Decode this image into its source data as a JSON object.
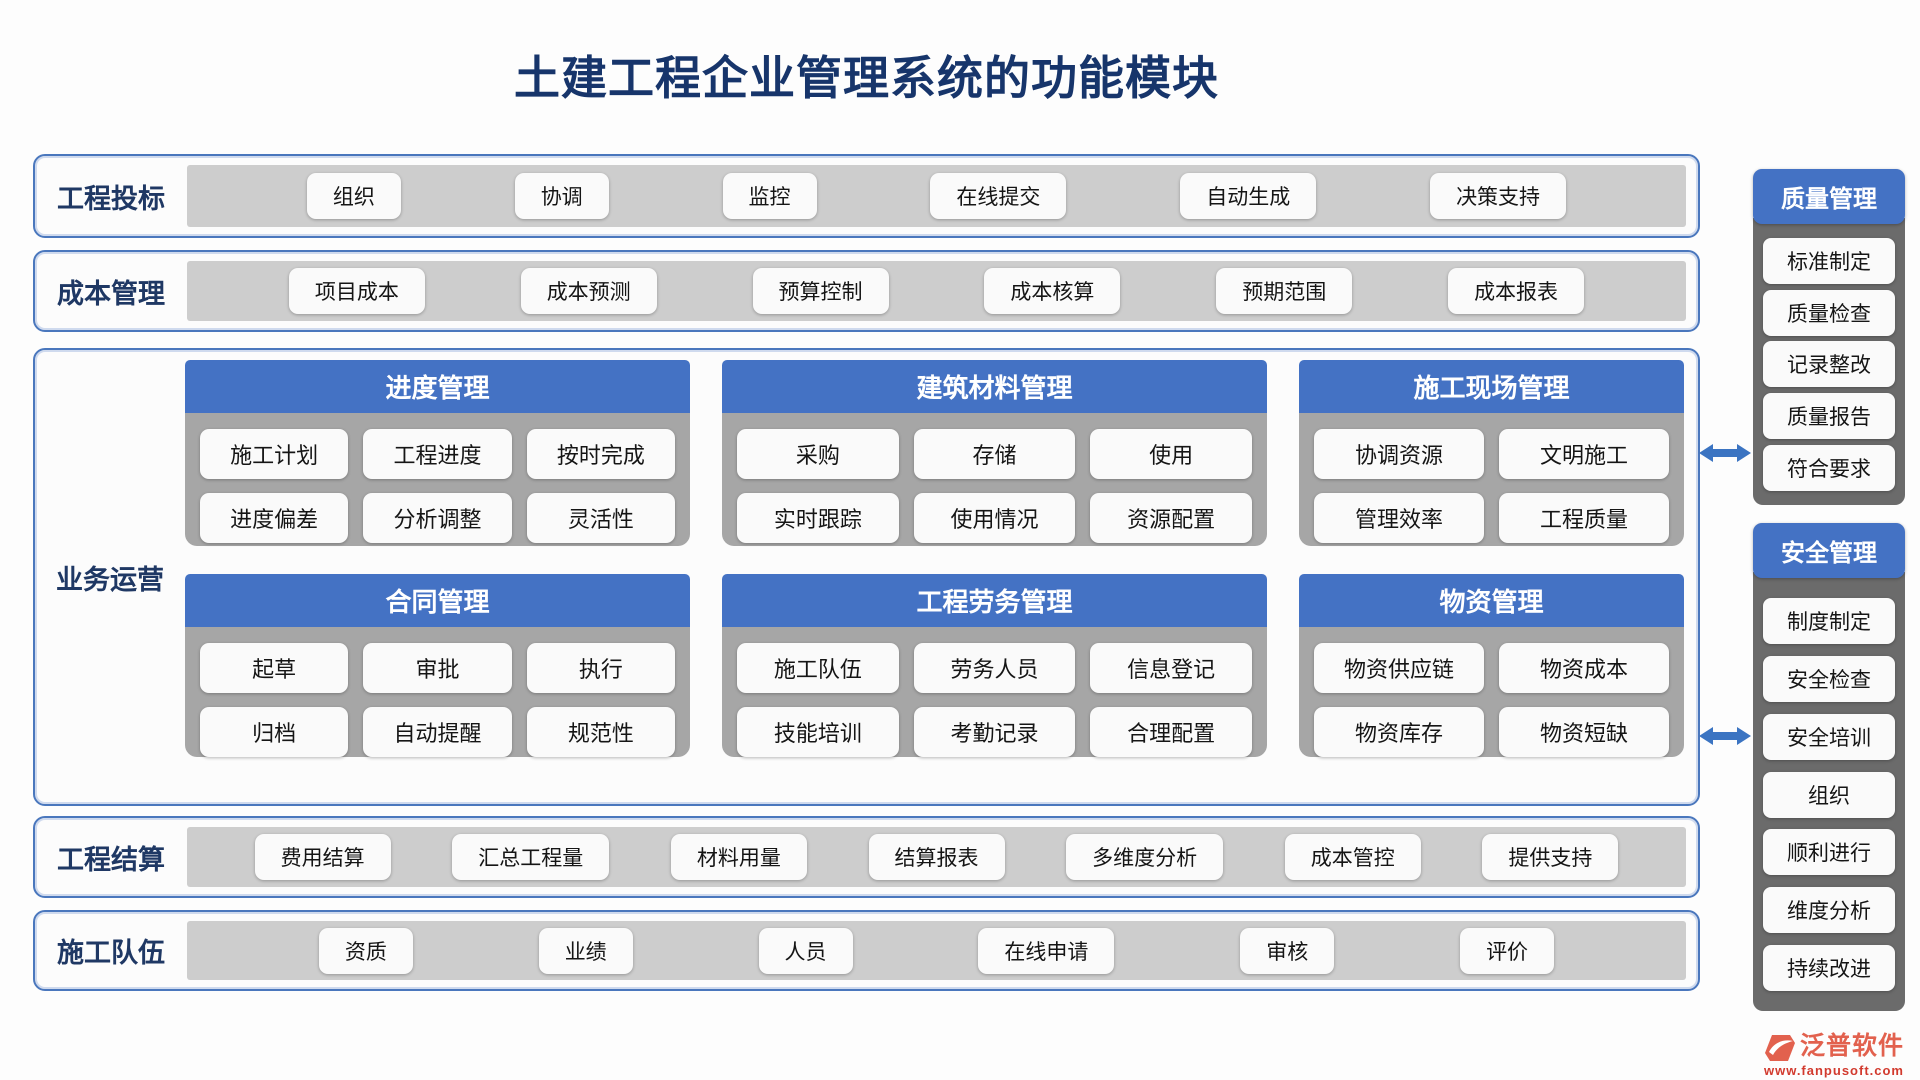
{
  "page": {
    "title": "土建工程企业管理系统的功能模块"
  },
  "bands": [
    {
      "label": "工程投标",
      "buttons": [
        "组织",
        "协调",
        "监控",
        "在线提交",
        "自动生成",
        "决策支持"
      ]
    },
    {
      "label": "成本管理",
      "buttons": [
        "项目成本",
        "成本预测",
        "预算控制",
        "成本核算",
        "预期范围",
        "成本报表"
      ]
    },
    {
      "label": "工程结算",
      "buttons": [
        "费用结算",
        "汇总工程量",
        "材料用量",
        "结算报表",
        "多维度分析",
        "成本管控",
        "提供支持"
      ]
    },
    {
      "label": "施工队伍",
      "buttons": [
        "资质",
        "业绩",
        "人员",
        "在线申请",
        "审核",
        "评价"
      ]
    }
  ],
  "operations": {
    "label": "业务运营",
    "panels": [
      {
        "title": "进度管理",
        "cols": 3,
        "buttons": [
          "施工计划",
          "工程进度",
          "按时完成",
          "进度偏差",
          "分析调整",
          "灵活性"
        ]
      },
      {
        "title": "建筑材料管理",
        "cols": 3,
        "buttons": [
          "采购",
          "存储",
          "使用",
          "实时跟踪",
          "使用情况",
          "资源配置"
        ]
      },
      {
        "title": "施工现场管理",
        "cols": 2,
        "buttons": [
          "协调资源",
          "文明施工",
          "管理效率",
          "工程质量"
        ]
      },
      {
        "title": "合同管理",
        "cols": 3,
        "buttons": [
          "起草",
          "审批",
          "执行",
          "归档",
          "自动提醒",
          "规范性"
        ]
      },
      {
        "title": "工程劳务管理",
        "cols": 3,
        "buttons": [
          "施工队伍",
          "劳务人员",
          "信息登记",
          "技能培训",
          "考勤记录",
          "合理配置"
        ]
      },
      {
        "title": "物资管理",
        "cols": 2,
        "buttons": [
          "物资供应链",
          "物资成本",
          "物资库存",
          "物资短缺"
        ]
      }
    ]
  },
  "sidebars": [
    {
      "title": "质量管理",
      "buttons": [
        "标准制定",
        "质量检查",
        "记录整改",
        "质量报告",
        "符合要求"
      ]
    },
    {
      "title": "安全管理",
      "buttons": [
        "制度制定",
        "安全检查",
        "安全培训",
        "组织",
        "顺利进行",
        "维度分析",
        "持续改进"
      ]
    }
  ],
  "footer": {
    "brand": "泛普软件",
    "website": "www.fanpusoft.com"
  },
  "colors": {
    "title_navy": "#17356b",
    "label_navy": "#1f3864",
    "accent_blue": "#4472c4",
    "border_blue": "#4a77bd",
    "strip_gray": "#cdcdcd",
    "panel_gray": "#a6a6a6",
    "sidebar_gray": "#6b6b6b",
    "chip_white": "#fafafa",
    "brand_red": "#e2614e",
    "url_red": "#d23a2e"
  }
}
